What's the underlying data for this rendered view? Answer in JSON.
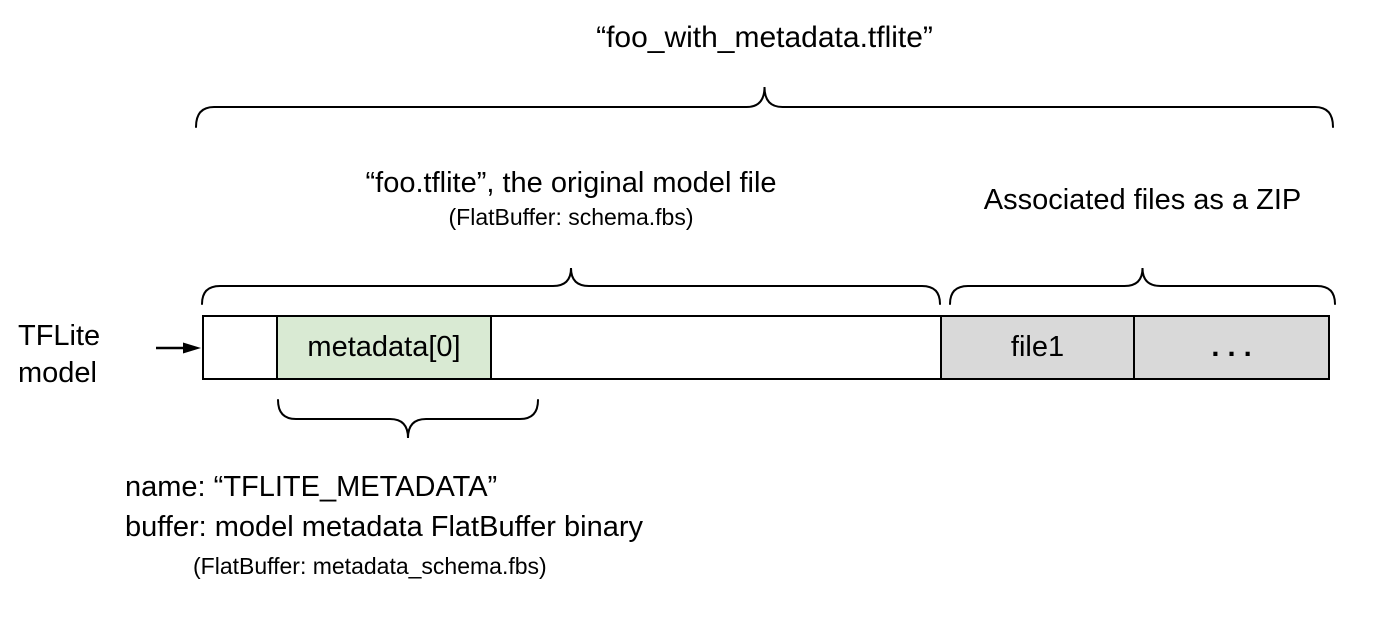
{
  "diagram": {
    "title": "“foo_with_metadata.tflite”",
    "model_pointer_label": "TFLite\nmodel",
    "sections": {
      "original_model": {
        "label": "“foo.tflite”, the original model file",
        "sublabel": "(FlatBuffer: schema.fbs)"
      },
      "associated_files": {
        "label": "Associated files as a ZIP"
      }
    },
    "bar_segments": [
      {
        "label": "",
        "role": "padding"
      },
      {
        "label": "metadata[0]",
        "role": "metadata-buffer"
      },
      {
        "label": "",
        "role": "model-body"
      },
      {
        "label": "file1",
        "role": "associated-file"
      },
      {
        "label": ". . .",
        "role": "more-associated-files"
      }
    ],
    "metadata_annotation": {
      "name_line": "name: “TFLITE_METADATA”",
      "buffer_line": "buffer: model metadata FlatBuffer binary",
      "schema_line": "(FlatBuffer: metadata_schema.fbs)"
    },
    "colors": {
      "metadata_segment_fill": "#d9ead3",
      "associated_file_fill": "#d9d9d9",
      "outline": "#000000",
      "background": "#ffffff"
    }
  }
}
